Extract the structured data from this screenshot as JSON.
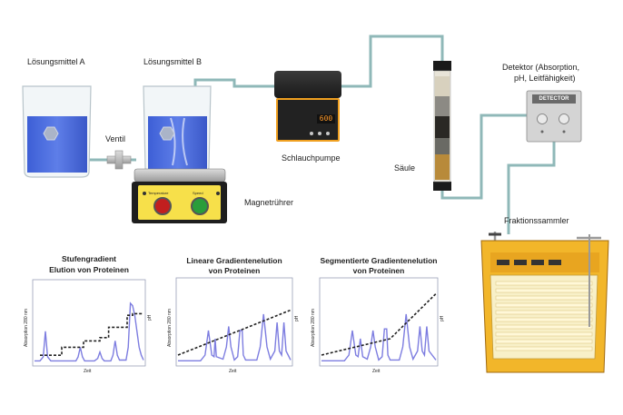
{
  "labels": {
    "solvent_a": "Lösungsmittel A",
    "solvent_b": "Lösungsmittel B",
    "valve": "Ventil",
    "pump": "Schlauchpumpe",
    "pump_display": "600",
    "stirrer": "Magnetrührer",
    "stirrer_knob_1": "Temperature",
    "stirrer_knob_2": "Speed",
    "column": "Säule",
    "detector_line1": "Detektor (Absorption,",
    "detector_line2": "pH, Leitfähigkeit)",
    "detector_panel": "DETECTOR",
    "collector": "Fraktionssammler"
  },
  "colors": {
    "solution": "#4a6ee0",
    "tubing": "#8fb8b8",
    "pump_body": "#f0a020",
    "trace": "#7d7de0",
    "gradient": "#222222"
  },
  "chart_data": [
    {
      "type": "line",
      "title_line1": "Stufengradient",
      "title_line2": "Elution von Proteinen",
      "xlabel": "Zeit",
      "ylabel": "Absorption 280 nm",
      "y2label": "pH",
      "xlim": [
        0,
        100
      ],
      "ylim": [
        0,
        100
      ],
      "series": [
        {
          "values": [
            [
              0,
              3
            ],
            [
              5,
              3
            ],
            [
              8,
              8
            ],
            [
              10,
              40
            ],
            [
              12,
              8
            ],
            [
              15,
              3
            ],
            [
              30,
              3
            ],
            [
              38,
              3
            ],
            [
              40,
              8
            ],
            [
              42,
              20
            ],
            [
              44,
              8
            ],
            [
              46,
              3
            ],
            [
              55,
              3
            ],
            [
              58,
              6
            ],
            [
              60,
              14
            ],
            [
              62,
              6
            ],
            [
              64,
              3
            ],
            [
              70,
              3
            ],
            [
              72,
              10
            ],
            [
              74,
              28
            ],
            [
              76,
              10
            ],
            [
              78,
              4
            ],
            [
              84,
              4
            ],
            [
              86,
              20
            ],
            [
              88,
              75
            ],
            [
              90,
              72
            ],
            [
              92,
              60
            ],
            [
              94,
              40
            ],
            [
              96,
              20
            ],
            [
              98,
              10
            ],
            [
              100,
              4
            ]
          ]
        },
        {
          "values": [
            [
              5,
              10
            ],
            [
              25,
              10
            ],
            [
              25,
              20
            ],
            [
              45,
              20
            ],
            [
              45,
              28
            ],
            [
              60,
              28
            ],
            [
              60,
              32
            ],
            [
              68,
              32
            ],
            [
              68,
              45
            ],
            [
              85,
              45
            ],
            [
              85,
              60
            ],
            [
              90,
              60
            ],
            [
              90,
              62
            ],
            [
              100,
              62
            ]
          ]
        }
      ]
    },
    {
      "type": "line",
      "title_line1": "Lineare Gradientenelution",
      "title_line2": "von Proteinen",
      "xlabel": "Zeit",
      "ylabel": "Absorption 280 nm",
      "y2label": "pH",
      "xlim": [
        0,
        100
      ],
      "ylim": [
        0,
        100
      ],
      "series": [
        {
          "values": [
            [
              0,
              3
            ],
            [
              20,
              3
            ],
            [
              24,
              10
            ],
            [
              27,
              40
            ],
            [
              30,
              10
            ],
            [
              32,
              8
            ],
            [
              33,
              30
            ],
            [
              34,
              8
            ],
            [
              40,
              5
            ],
            [
              43,
              20
            ],
            [
              45,
              45
            ],
            [
              47,
              20
            ],
            [
              50,
              4
            ],
            [
              53,
              8
            ],
            [
              55,
              40
            ],
            [
              57,
              40
            ],
            [
              58,
              10
            ],
            [
              60,
              4
            ],
            [
              70,
              4
            ],
            [
              73,
              20
            ],
            [
              76,
              60
            ],
            [
              79,
              20
            ],
            [
              82,
              5
            ],
            [
              86,
              15
            ],
            [
              88,
              50
            ],
            [
              90,
              15
            ],
            [
              92,
              10
            ],
            [
              94,
              50
            ],
            [
              96,
              15
            ],
            [
              100,
              4
            ]
          ]
        },
        {
          "values": [
            [
              0,
              10
            ],
            [
              100,
              65
            ]
          ]
        }
      ]
    },
    {
      "type": "line",
      "title_line1": "Segmentierte Gradientenelution",
      "title_line2": "von Proteinen",
      "xlabel": "Zeit",
      "ylabel": "Absorption 280 nm",
      "y2label": "pH",
      "xlim": [
        0,
        100
      ],
      "ylim": [
        0,
        100
      ],
      "series": [
        {
          "values": [
            [
              0,
              3
            ],
            [
              20,
              3
            ],
            [
              24,
              10
            ],
            [
              27,
              40
            ],
            [
              30,
              10
            ],
            [
              32,
              8
            ],
            [
              34,
              30
            ],
            [
              36,
              8
            ],
            [
              40,
              5
            ],
            [
              43,
              20
            ],
            [
              45,
              40
            ],
            [
              47,
              20
            ],
            [
              50,
              4
            ],
            [
              53,
              8
            ],
            [
              55,
              42
            ],
            [
              57,
              42
            ],
            [
              58,
              10
            ],
            [
              60,
              4
            ],
            [
              68,
              4
            ],
            [
              71,
              20
            ],
            [
              74,
              60
            ],
            [
              77,
              20
            ],
            [
              80,
              5
            ],
            [
              84,
              15
            ],
            [
              86,
              45
            ],
            [
              88,
              15
            ],
            [
              90,
              10
            ],
            [
              92,
              45
            ],
            [
              94,
              15
            ],
            [
              100,
              4
            ]
          ]
        },
        {
          "values": [
            [
              0,
              10
            ],
            [
              60,
              30
            ],
            [
              100,
              85
            ]
          ]
        }
      ]
    }
  ]
}
